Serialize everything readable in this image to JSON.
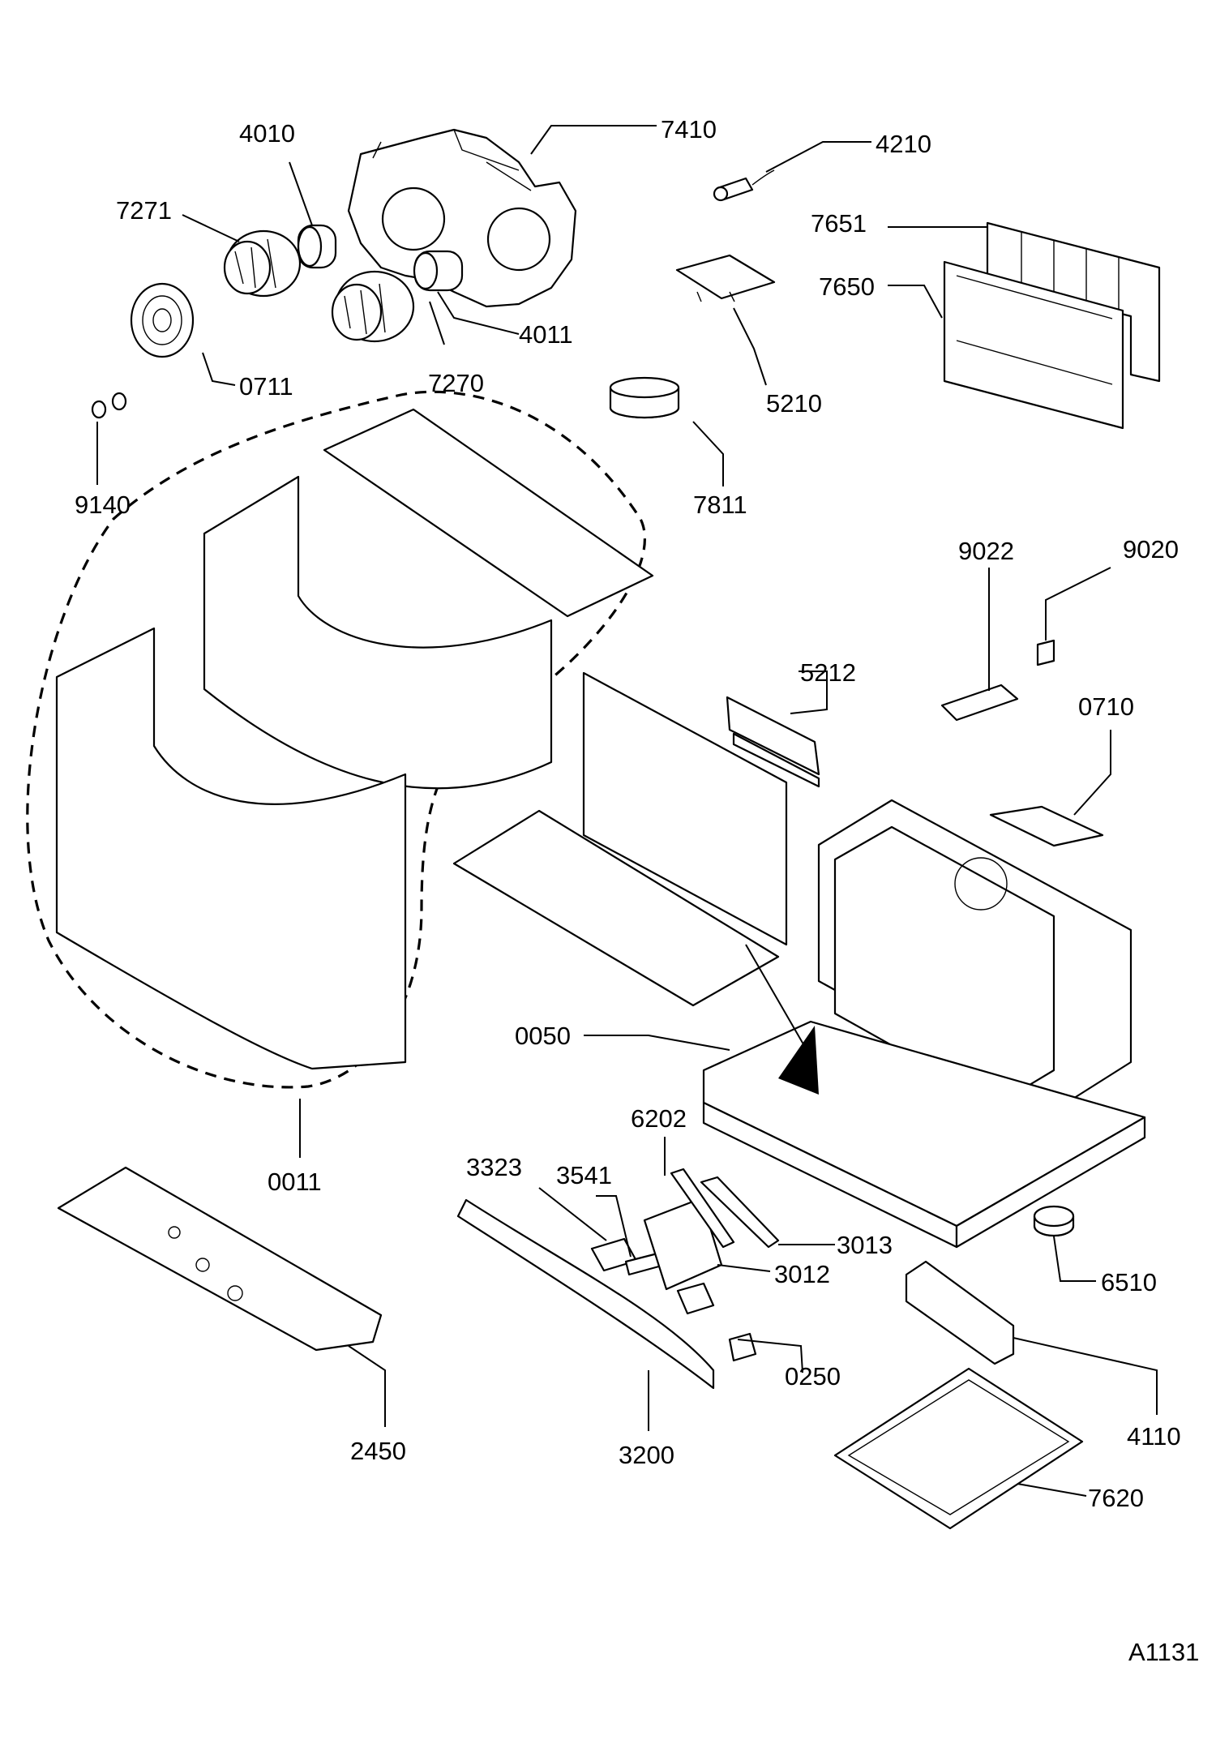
{
  "diagram": {
    "drawing_code": "A1131",
    "callouts": [
      {
        "id": "c4010",
        "label": "4010"
      },
      {
        "id": "c7410",
        "label": "7410"
      },
      {
        "id": "c4210",
        "label": "4210"
      },
      {
        "id": "c7271",
        "label": "7271"
      },
      {
        "id": "c7651",
        "label": "7651"
      },
      {
        "id": "c7650",
        "label": "7650"
      },
      {
        "id": "c4011",
        "label": "4011"
      },
      {
        "id": "c0711",
        "label": "0711"
      },
      {
        "id": "c7270",
        "label": "7270"
      },
      {
        "id": "c5210",
        "label": "5210"
      },
      {
        "id": "c9140",
        "label": "9140"
      },
      {
        "id": "c7811",
        "label": "7811"
      },
      {
        "id": "c9022",
        "label": "9022"
      },
      {
        "id": "c9020",
        "label": "9020"
      },
      {
        "id": "c5212",
        "label": "5212"
      },
      {
        "id": "c0710",
        "label": "0710"
      },
      {
        "id": "c0050",
        "label": "0050"
      },
      {
        "id": "c6202",
        "label": "6202"
      },
      {
        "id": "c0011",
        "label": "0011"
      },
      {
        "id": "c3323",
        "label": "3323"
      },
      {
        "id": "c3541",
        "label": "3541"
      },
      {
        "id": "c3013",
        "label": "3013"
      },
      {
        "id": "c3012",
        "label": "3012"
      },
      {
        "id": "c6510",
        "label": "6510"
      },
      {
        "id": "c0250",
        "label": "0250"
      },
      {
        "id": "c4110",
        "label": "4110"
      },
      {
        "id": "c2450",
        "label": "2450"
      },
      {
        "id": "c3200",
        "label": "3200"
      },
      {
        "id": "c7620",
        "label": "7620"
      }
    ]
  }
}
